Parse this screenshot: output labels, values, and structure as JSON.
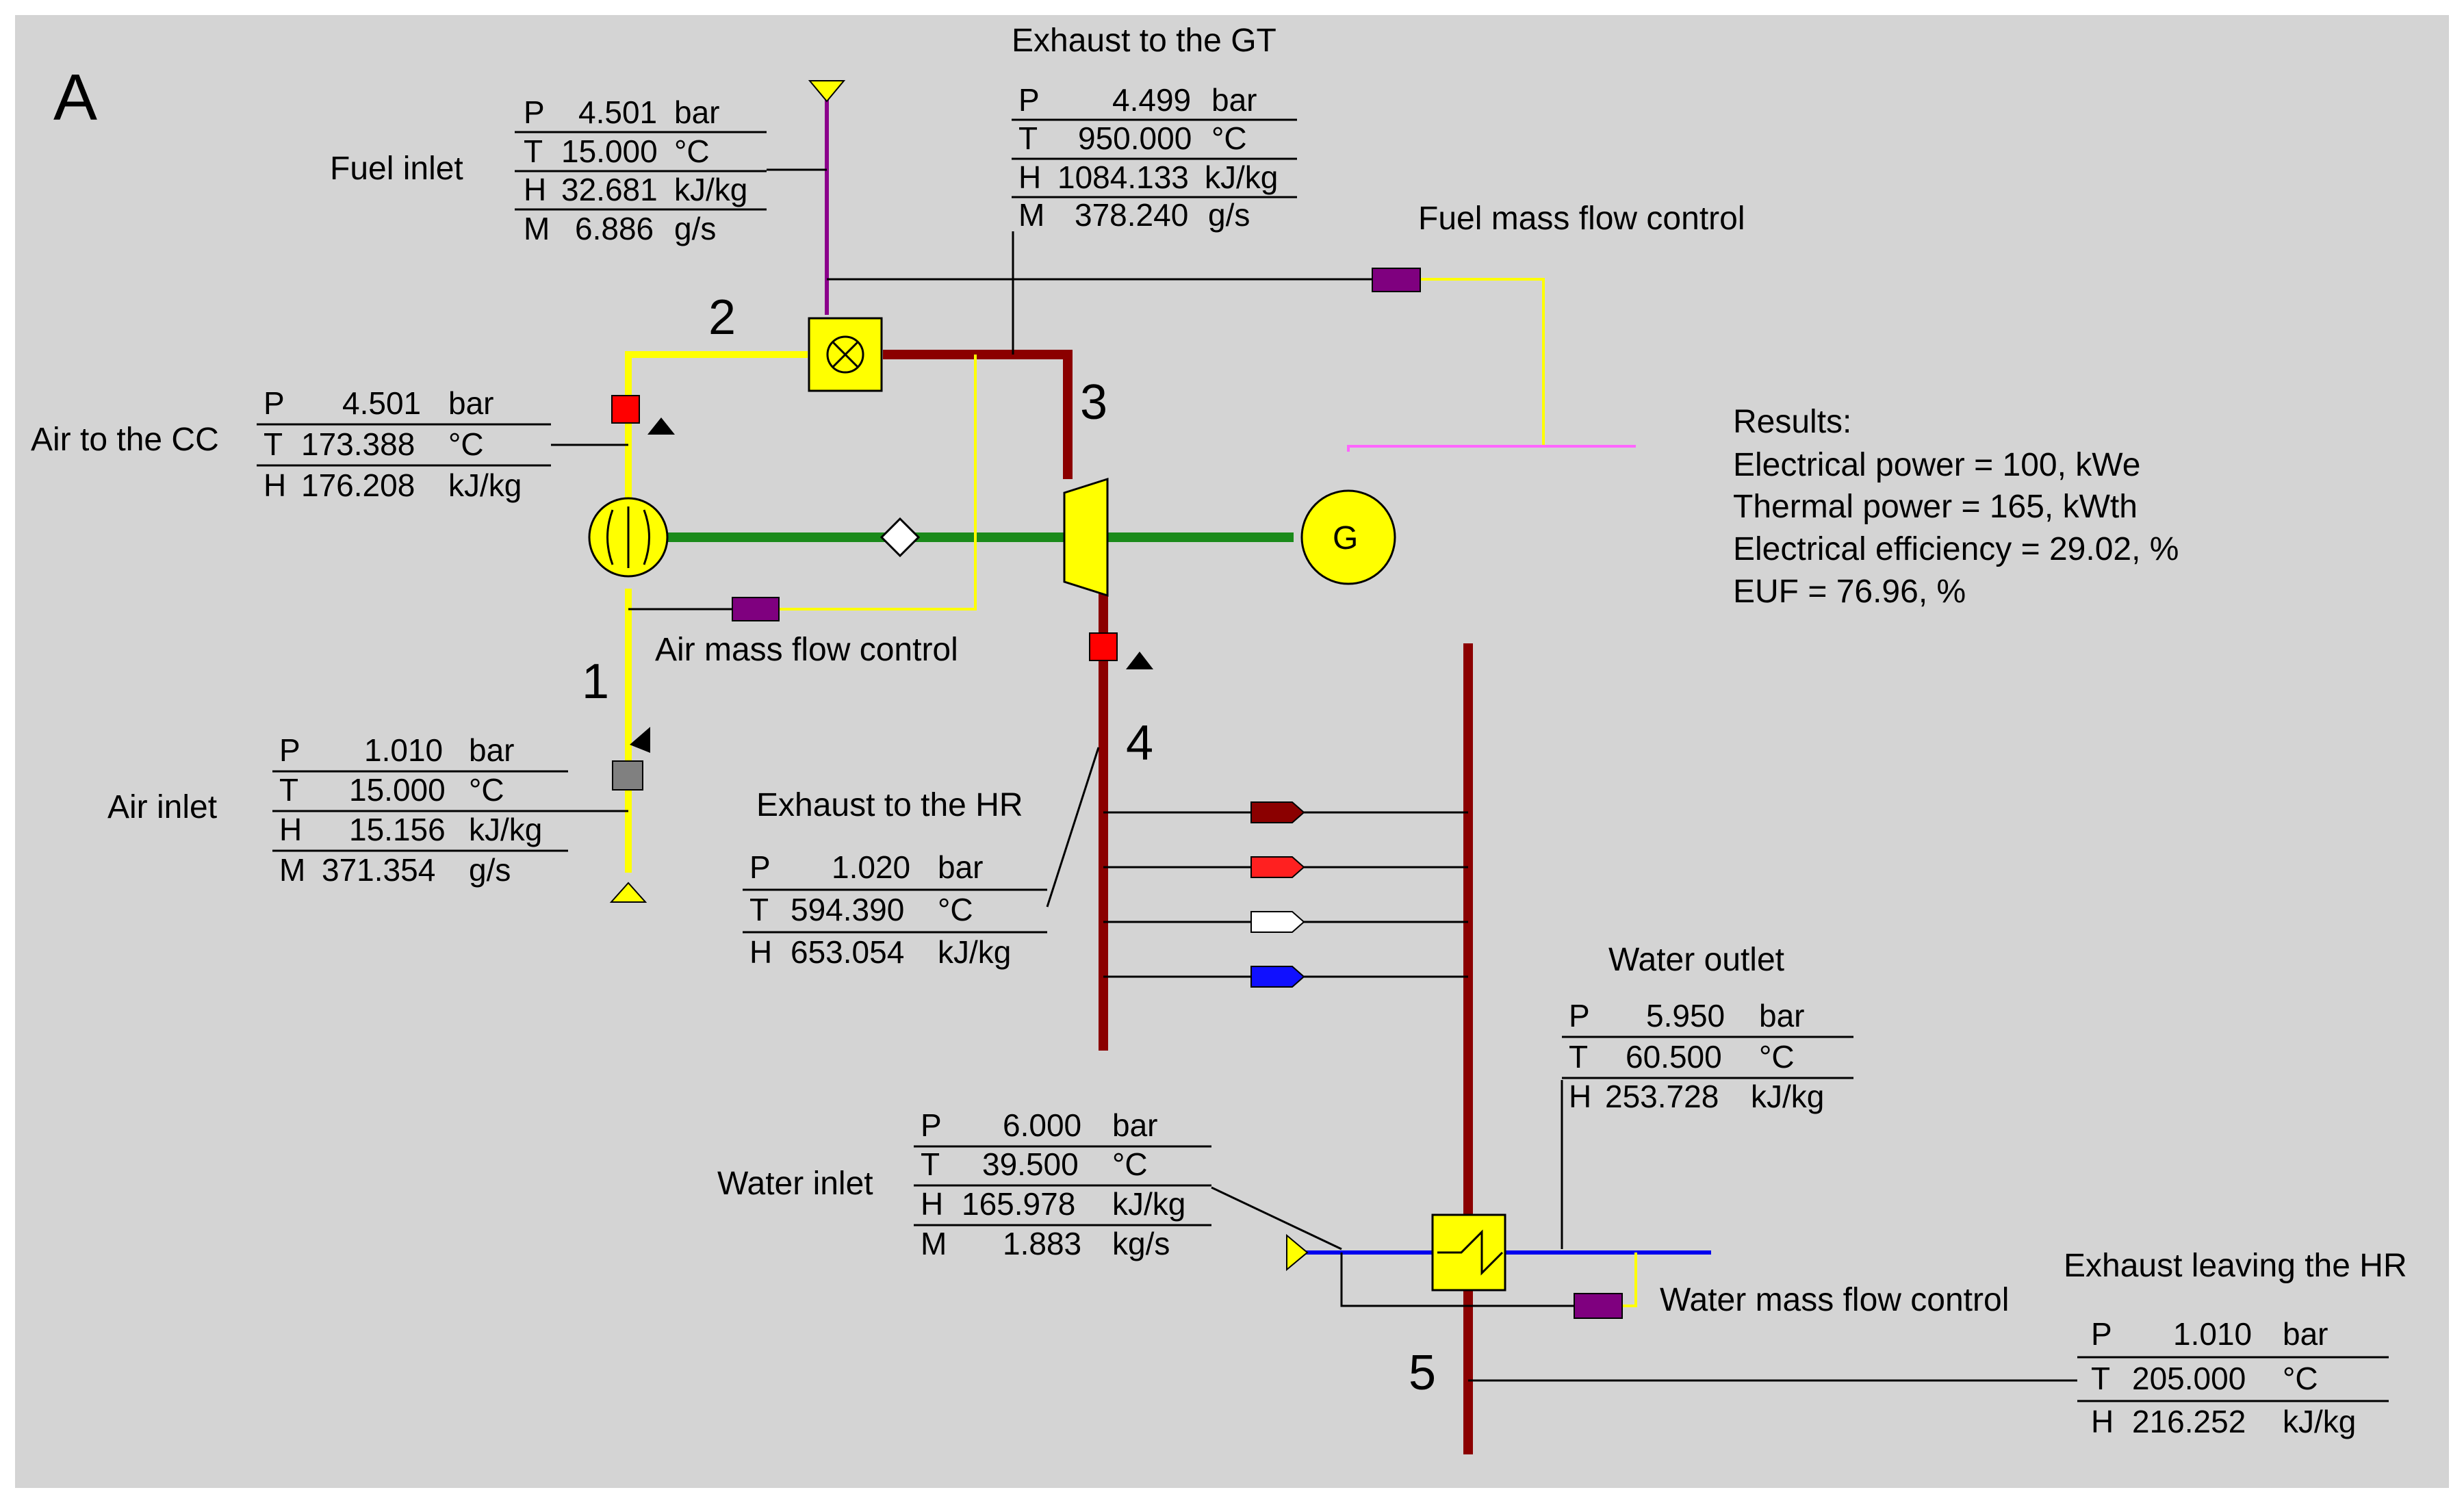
{
  "panel_letter": "A",
  "labels": {
    "fuel_inlet": "Fuel inlet",
    "exhaust_to_gt": "Exhaust to the GT",
    "fuel_mass_flow_control": "Fuel mass flow control",
    "air_to_cc": "Air to the CC",
    "air_mass_flow_control": "Air mass flow control",
    "air_inlet": "Air inlet",
    "exhaust_to_hr": "Exhaust to the HR",
    "water_outlet": "Water outlet",
    "water_inlet": "Water inlet",
    "water_mass_flow_control": "Water mass flow control",
    "exhaust_leaving_hr": "Exhaust leaving the HR"
  },
  "node_numbers": {
    "n1": "1",
    "n2": "2",
    "n3": "3",
    "n4": "4",
    "n5": "5"
  },
  "generator_symbol": "G",
  "results": {
    "title": "Results:",
    "electrical_power": "Electrical power = 100, kWe",
    "thermal_power": "Thermal power = 165, kWth",
    "electrical_efficiency": "Electrical efficiency = 29.02, %",
    "euf": "EUF = 76.96, %"
  },
  "tables": {
    "fuel_inlet": [
      {
        "k": "P",
        "v": "4.501",
        "u": "bar"
      },
      {
        "k": "T",
        "v": "15.000",
        "u": "°C"
      },
      {
        "k": "H",
        "v": "32.681",
        "u": "kJ/kg"
      },
      {
        "k": "M",
        "v": "6.886",
        "u": "g/s"
      }
    ],
    "exhaust_to_gt": [
      {
        "k": "P",
        "v": "4.499",
        "u": "bar"
      },
      {
        "k": "T",
        "v": "950.000",
        "u": "°C"
      },
      {
        "k": "H",
        "v": "1084.133",
        "u": "kJ/kg"
      },
      {
        "k": "M",
        "v": "378.240",
        "u": "g/s"
      }
    ],
    "air_to_cc": [
      {
        "k": "P",
        "v": "4.501",
        "u": "bar"
      },
      {
        "k": "T",
        "v": "173.388",
        "u": "°C"
      },
      {
        "k": "H",
        "v": "176.208",
        "u": "kJ/kg"
      }
    ],
    "air_inlet": [
      {
        "k": "P",
        "v": "1.010",
        "u": "bar"
      },
      {
        "k": "T",
        "v": "15.000",
        "u": "°C"
      },
      {
        "k": "H",
        "v": "15.156",
        "u": "kJ/kg"
      },
      {
        "k": "M",
        "v": "371.354",
        "u": "g/s"
      }
    ],
    "exhaust_to_hr": [
      {
        "k": "P",
        "v": "1.020",
        "u": "bar"
      },
      {
        "k": "T",
        "v": "594.390",
        "u": "°C"
      },
      {
        "k": "H",
        "v": "653.054",
        "u": "kJ/kg"
      }
    ],
    "water_outlet": [
      {
        "k": "P",
        "v": "5.950",
        "u": "bar"
      },
      {
        "k": "T",
        "v": "60.500",
        "u": "°C"
      },
      {
        "k": "H",
        "v": "253.728",
        "u": "kJ/kg"
      }
    ],
    "water_inlet": [
      {
        "k": "P",
        "v": "6.000",
        "u": "bar"
      },
      {
        "k": "T",
        "v": "39.500",
        "u": "°C"
      },
      {
        "k": "H",
        "v": "165.978",
        "u": "kJ/kg"
      },
      {
        "k": "M",
        "v": "1.883",
        "u": "kg/s"
      }
    ],
    "exhaust_leaving_hr": [
      {
        "k": "P",
        "v": "1.010",
        "u": "bar"
      },
      {
        "k": "T",
        "v": "205.000",
        "u": "°C"
      },
      {
        "k": "H",
        "v": "216.252",
        "u": "kJ/kg"
      }
    ]
  },
  "colors": {
    "background": "#d4d4d4",
    "air_line": "#ffff00",
    "exhaust_line": "#8b0000",
    "shaft_line": "#1a8a1a",
    "fuel_line": "#8b008b",
    "signal_line": "#ff66ff",
    "water_line": "#0000ee",
    "controller": "#7f007f",
    "valve": "#ff0000"
  }
}
